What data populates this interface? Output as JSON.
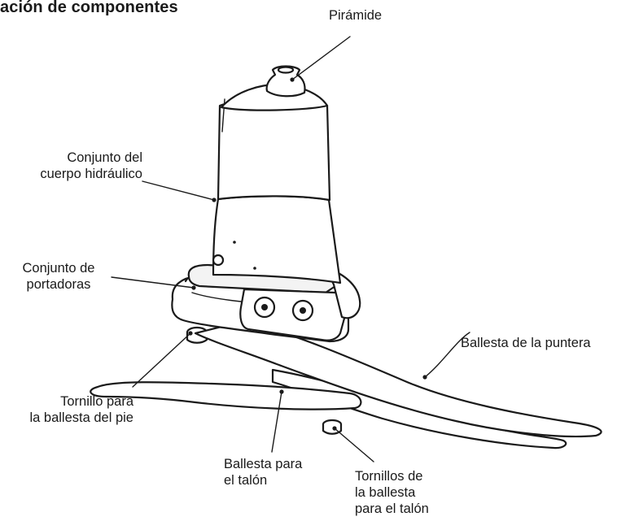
{
  "title": "ación de componentes",
  "labels": {
    "piramide": "Pirámide",
    "cuerpo_line1": "Conjunto del",
    "cuerpo_line2": "cuerpo hidráulico",
    "portadoras_line1": "Conjunto de",
    "portadoras_line2": "portadoras",
    "puntera": "Ballesta de la puntera",
    "tornillo_pie_line1": "Tornillo para",
    "tornillo_pie_line2": "la ballesta del pie",
    "talon_line1": "Ballesta para",
    "talon_line2": "el talón",
    "tornillos_talon_line1": "Tornillos de",
    "tornillos_talon_line2": "la ballesta",
    "tornillos_talon_line3": "para el talón"
  },
  "colors": {
    "stroke": "#1a1a1a",
    "fill": "#ffffff",
    "shade": "#e9e9e9"
  }
}
